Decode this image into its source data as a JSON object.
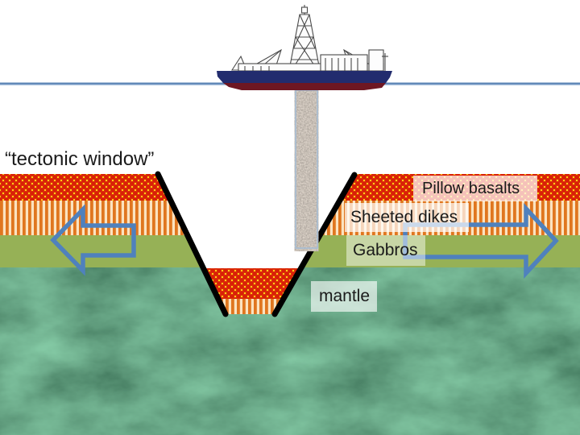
{
  "labels": {
    "tectonic_window": "“tectonic window”",
    "pillow_basalts": "Pillow basalts",
    "sheeted_dikes": "Sheeted dikes",
    "gabbros": "Gabbros",
    "mantle": "mantle"
  },
  "icons": {
    "ship": "drill-ship",
    "drill_pipe": "drill-string",
    "left_arrow": "spreading-arrow-left",
    "right_arrow": "spreading-arrow-right"
  },
  "colors": {
    "water_line": "#5b84b5",
    "water_line_light": "#b9cde4",
    "arrow_outline": "#4f81bd",
    "basalt_red": "#d92007",
    "basalt_yellow": "#fdd017",
    "dike_orange": "#e0761f",
    "dike_cream": "#fbe3c0",
    "gabbros_green": "#96b156",
    "mantle_base": "#24623d",
    "flank_black": "#000000",
    "ship_hull_navy": "#222c6e",
    "ship_hull_red": "#6e1722",
    "ship_line": "#4a4a4a",
    "pipe_border": "#a6bdd4",
    "text_dark": "#1a1a1a",
    "pillow_label_bg": "rgba(255,255,255,0.72)",
    "dike_label_bg": "rgba(255,255,255,0.70)",
    "gabbros_label_bg": "rgba(255,255,255,0.47)",
    "mantle_label_bg": "rgba(255,255,255,0.63)"
  }
}
